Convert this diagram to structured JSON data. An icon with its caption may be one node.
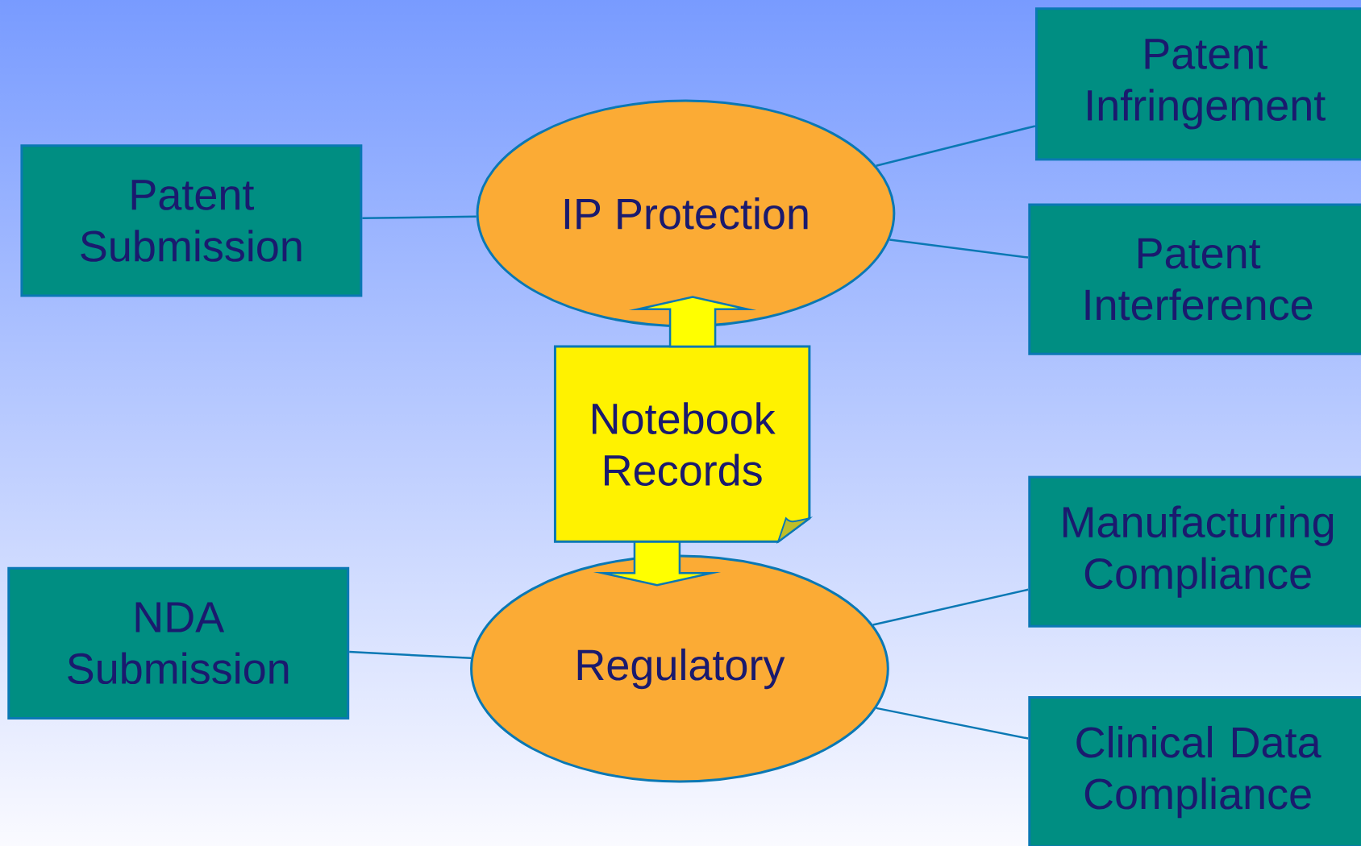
{
  "diagram": {
    "nodes": [
      {
        "text": [
          "Patent Submission"
        ]
      },
      {
        "text": [
          "IP Protection"
        ]
      },
      {
        "text": [
          "Patent Infringement"
        ]
      },
      {
        "text": [
          "Patent Interference"
        ]
      },
      {
        "text": [
          "Notebook Records"
        ]
      },
      {
        "text": [
          "NDA Submission"
        ]
      },
      {
        "text": [
          "Regulatory"
        ]
      },
      {
        "text": [
          "Manufacturing Compliance"
        ]
      },
      {
        "text": [
          "Clinical Data Compliance"
        ]
      }
    ],
    "edges": [
      {
        "from": 0,
        "to": 1,
        "arrow": "none"
      },
      {
        "from": 1,
        "to": 2,
        "arrow": "none"
      },
      {
        "from": 1,
        "to": 3,
        "arrow": "none"
      },
      {
        "from": 5,
        "to": 6,
        "arrow": "none"
      },
      {
        "from": 6,
        "to": 7,
        "arrow": "none"
      },
      {
        "from": 6,
        "to": 8,
        "arrow": "none"
      },
      {
        "from": 4,
        "to": 1,
        "arrow": "to",
        "style": "thick",
        "color": "#ffff00"
      },
      {
        "from": 4,
        "to": 6,
        "arrow": "to",
        "style": "thick",
        "color": "#ffff00"
      }
    ]
  }
}
